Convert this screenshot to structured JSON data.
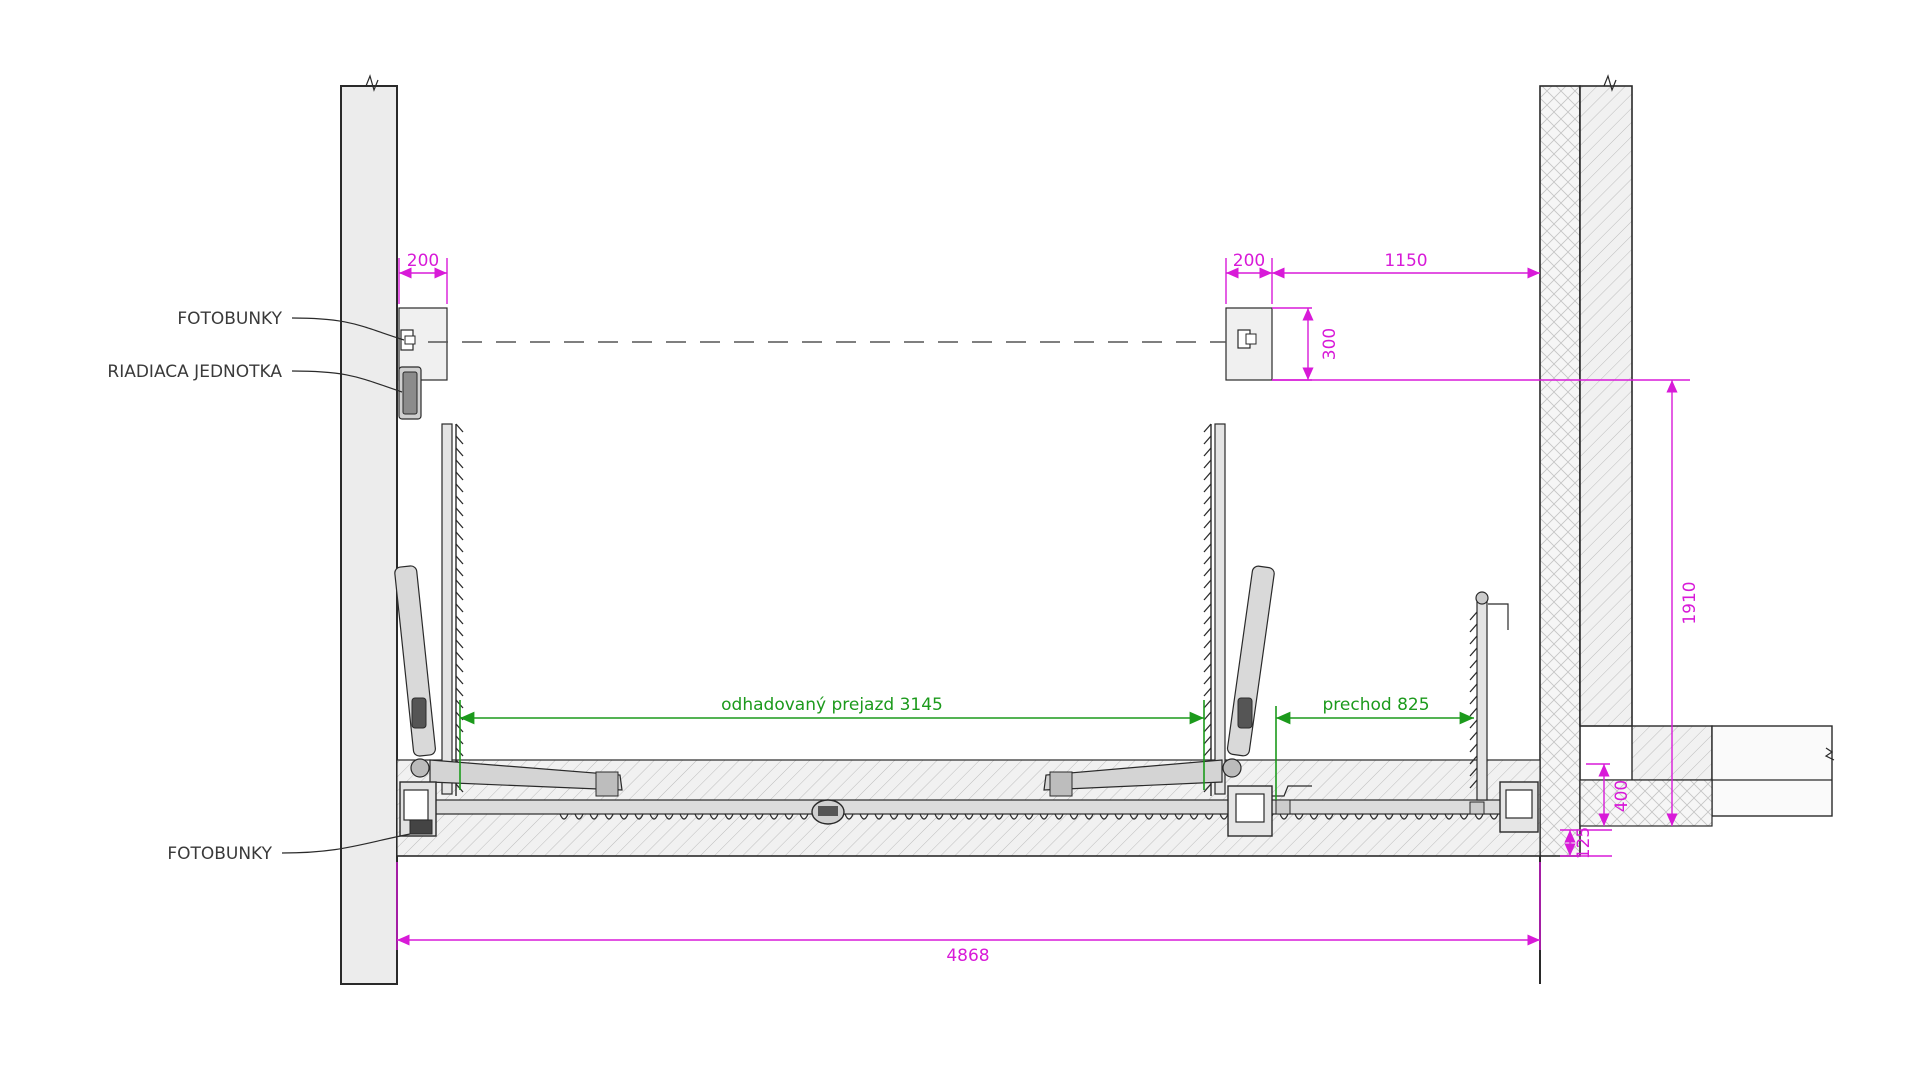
{
  "labels": {
    "photocells_top": "FOTOBUNKY",
    "control_unit": "RIADIACA JEDNOTKA",
    "photocells_bottom": "FOTOBUNKY"
  },
  "dimensions": {
    "left_post_width": "200",
    "right_post_width": "200",
    "post_to_wall": "1150",
    "post_height": "300",
    "clear_height": "1910",
    "estimated_passage": "odhadovaný prejazd 3145",
    "pedestrian_passage": "prechod 825",
    "total_width": "4868",
    "slab_thickness": "400",
    "foundation_step": "125"
  },
  "colors": {
    "dimension_magenta": "#d81ad8",
    "dimension_green": "#1c9a1c",
    "line": "#2a2a2a",
    "hatch": "#bdbdbd"
  }
}
